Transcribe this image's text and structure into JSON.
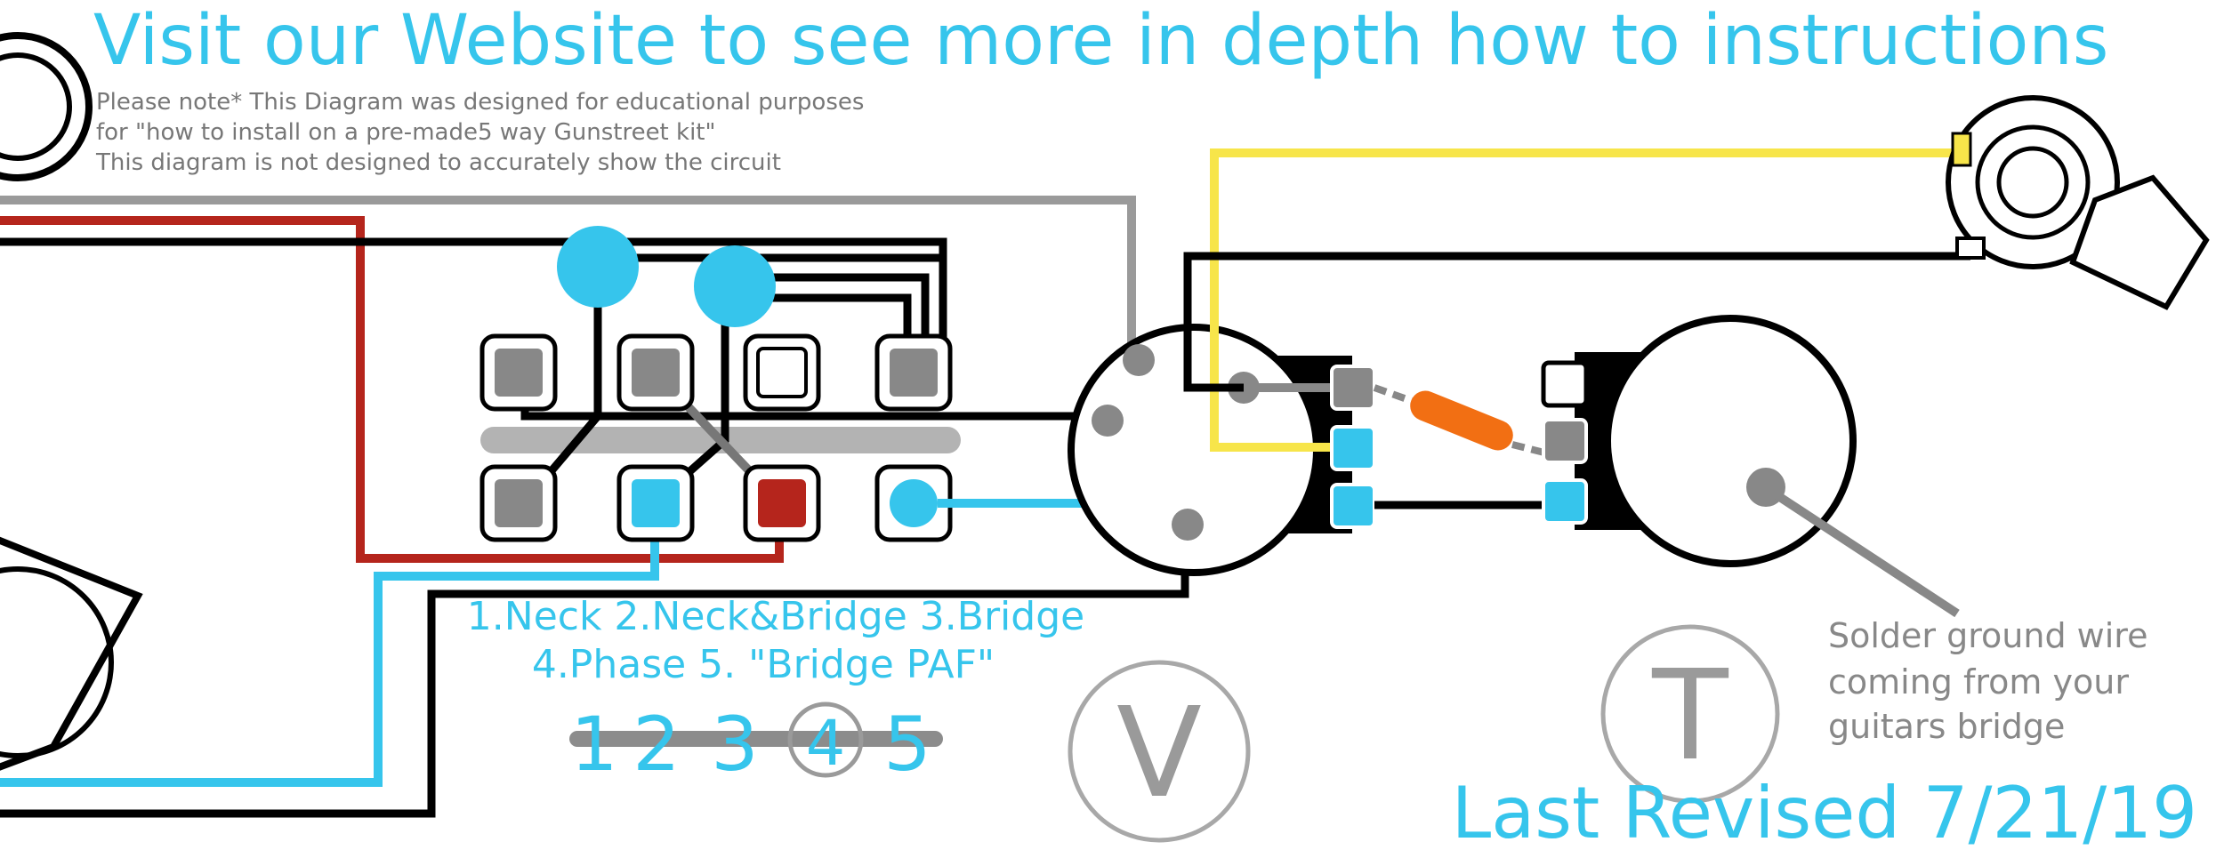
{
  "header": {
    "title": "Visit our Website to see more in depth how to instructions",
    "note_line1": "Please note* This Diagram was designed for educational purposes",
    "note_line2": "for \"how to install on a pre-made5 way Gunstreet kit\"",
    "note_line3": "This diagram is not designed to accurately show the circuit"
  },
  "switch_positions": {
    "line1": "1.Neck 2.Neck&Bridge 3.Bridge",
    "line2": "4.Phase 5. \"Bridge PAF\"",
    "numbers": [
      "1",
      "2",
      "3",
      "4",
      "5"
    ],
    "selected": "4"
  },
  "pots": {
    "volume_letter": "V",
    "tone_letter": "T"
  },
  "annotation": {
    "line1": "Solder ground wire",
    "line2": "coming from your",
    "line3": "guitars bridge"
  },
  "footer": {
    "revised": "Last Revised 7/21/19"
  },
  "colors": {
    "accent_blue": "#36c5ec",
    "wire_black": "#000000",
    "wire_red": "#b5251c",
    "wire_grey": "#9a9a9a",
    "wire_yellow": "#f7e54a",
    "capacitor_orange": "#f26f13",
    "terminal_grey": "#888888"
  }
}
